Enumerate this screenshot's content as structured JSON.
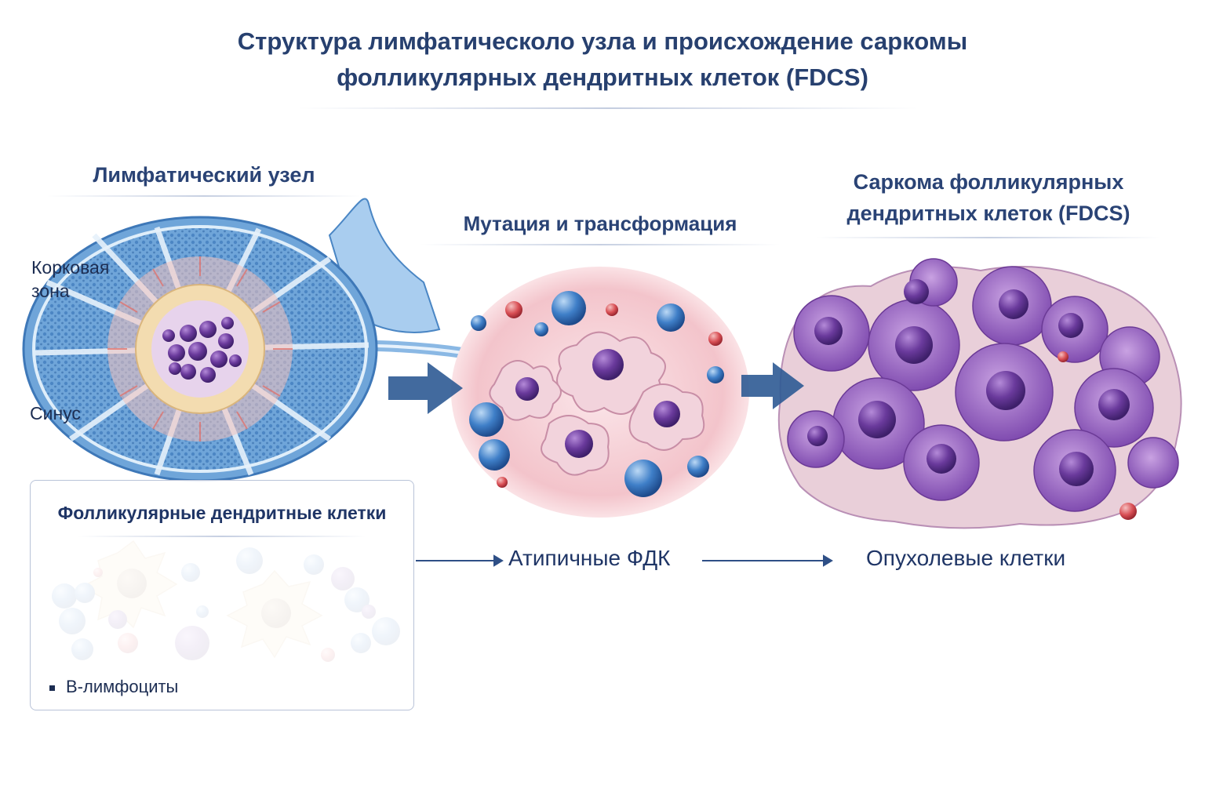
{
  "title": {
    "line1": "Структура лимфатическоло узла и происхождение саркомы",
    "line2": "фолликулярных дендритных клеток (FDCS)"
  },
  "lymph_node": {
    "heading": "Лимфатический узел",
    "cortex_label_line1": "Корковая",
    "cortex_label_line2": "зона",
    "sinus_label": "Синус"
  },
  "mutation": {
    "heading": "Мутация и трансформация",
    "stage_label": "Атипичные ФДК"
  },
  "fdcs": {
    "heading_line1": "Саркома фолликулярных",
    "heading_line2": "дендритных клеток (FDCS)",
    "stage_label": "Опухолевые клетки"
  },
  "fdc_box": {
    "title": "Фолликулярные дендритные клетки",
    "legend_item": "B-лимфоциты"
  },
  "colors": {
    "title": "#27406f",
    "arrow": "#2e5a94",
    "node_blue": "#4f8ecf",
    "cell_purple": "#6b3a9e",
    "cell_pink": "#f0c9d6",
    "tumor_purple": "#8c5ab8"
  },
  "icons": [
    "arrow-right-icon",
    "bullet-icon"
  ]
}
